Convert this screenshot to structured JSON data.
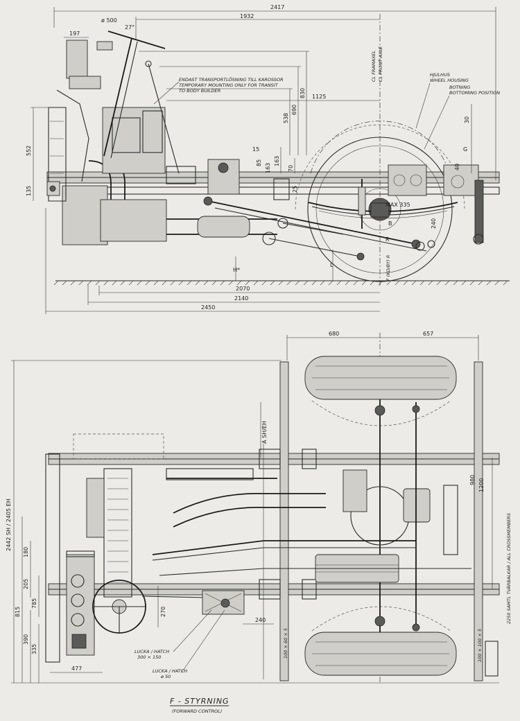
{
  "side_view": {
    "dims_top": {
      "overall": "2417",
      "to_axle": "1932",
      "wheel": "ø 500",
      "angle": "27°",
      "seat": "197"
    },
    "dims_vertical": {
      "d830": "830",
      "d690": "690",
      "d538": "538",
      "d163": "163",
      "d70": "70",
      "d1125": "1125",
      "d552": "552",
      "d135": "135",
      "d30": "30",
      "d40": "40",
      "d25": "25",
      "d85": "85",
      "d15": "15",
      "d240": "240",
      "d163b": "163"
    },
    "dims_bottom": {
      "d2070": "2070",
      "d2140": "2140",
      "d2450": "2450"
    },
    "letters": {
      "G": "G",
      "L": "L",
      "H": "H*",
      "R": "R",
      "B": "B"
    },
    "max_travel": "MAX 335",
    "front_axle_sv": "CL FRAMAXEL",
    "front_axle_en": "CL FRONT AXLE",
    "housing_sv": "HJULHUS",
    "housing_en": "WHEEL HOUSING",
    "bottom_sv": "BOTNING",
    "bottom_en": "BOTTOMING POSITION",
    "transport_sv": "ENDAST TRANSPORTLÖSNING TILL KAROSSOR",
    "transport_en1": "TEMPORARY MOUNTING ONLY FOR TRANSIT",
    "transport_en2": "TO BODY BUILDER",
    "frame_height": "F (KD/BY) R"
  },
  "plan_view": {
    "dims_top": {
      "d680": "680",
      "d657": "657"
    },
    "width_overall": "2442 SH / 2405 EH",
    "width_axle": "A SH/EH",
    "crossmembers": "2250 SAMTL TVÄRBALKAR / ALL CROSSMEMBERS",
    "d980": "980",
    "d1200": "1200",
    "d815": "815",
    "d205": "205",
    "d180": "180",
    "d390": "390",
    "d335": "335",
    "d785": "785",
    "d270": "270",
    "d240": "240",
    "d477": "477",
    "section_a": "100 × 60 × 5",
    "section_b": "100 × 100 × 5",
    "hatch1_title": "LUCKA / HATCH",
    "hatch1_size": "300 × 150",
    "hatch2_title": "LUCKA / HATCH",
    "hatch2_size": "ø 50"
  },
  "footer": {
    "title": "F - STYRNING",
    "subtitle": "(FORWARD CONTROL)"
  }
}
